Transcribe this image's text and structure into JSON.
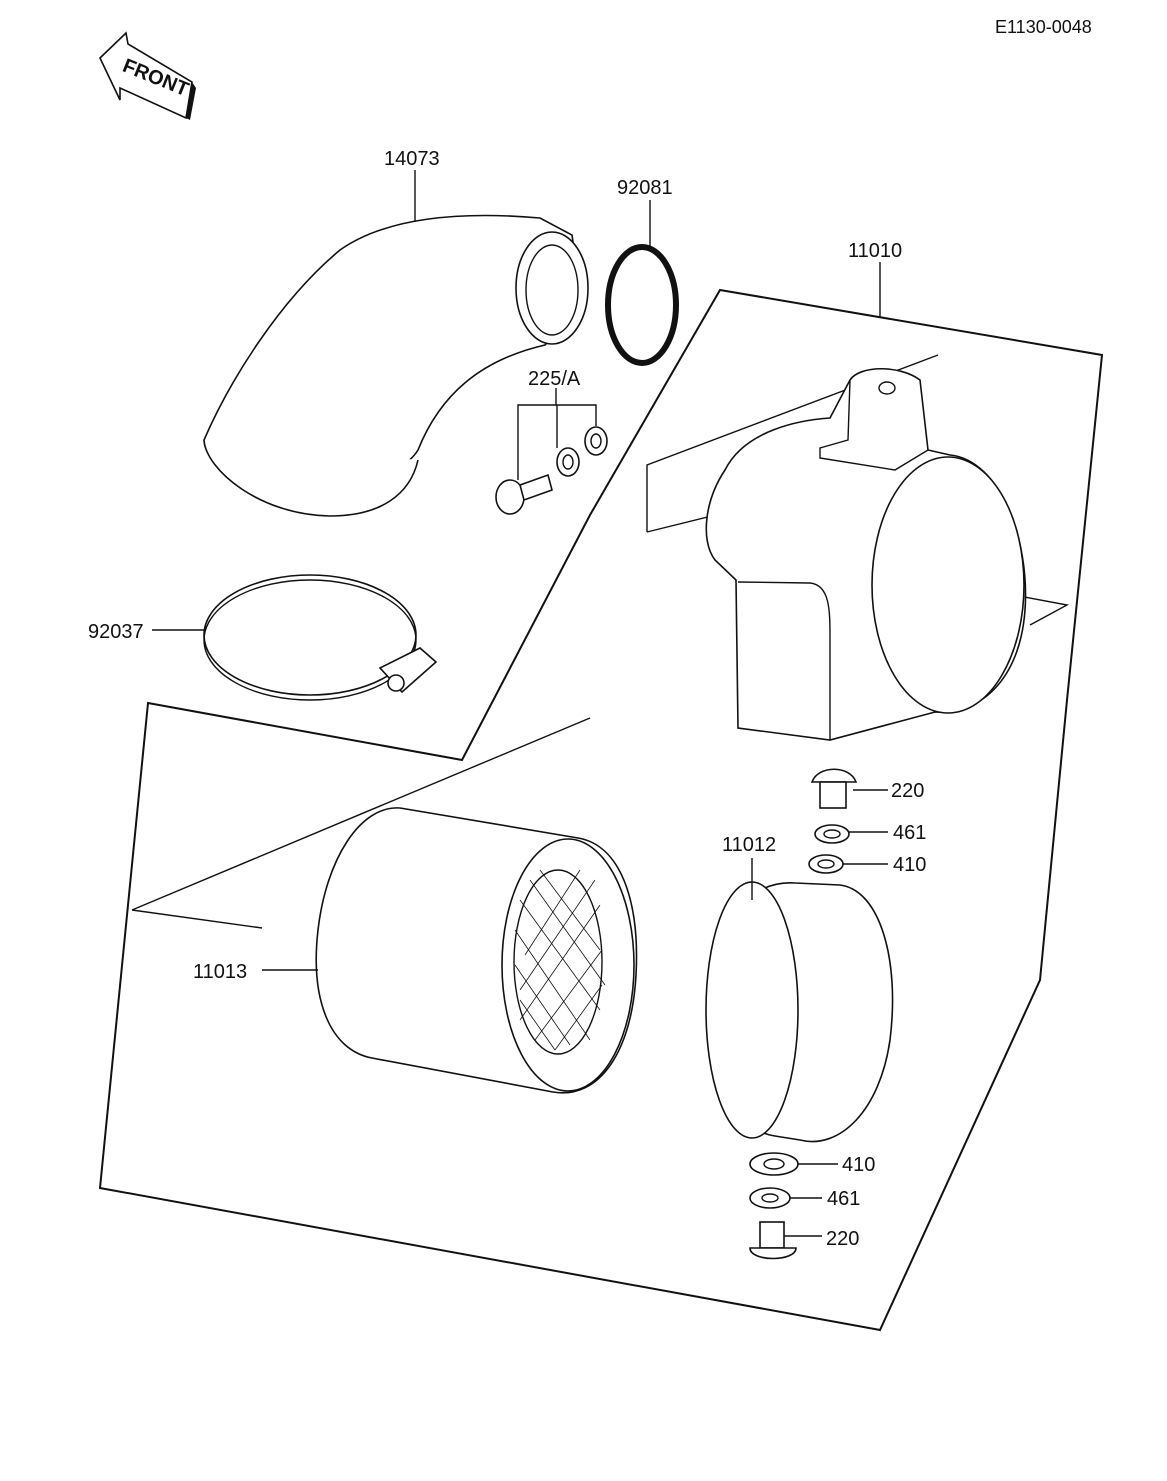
{
  "diagram_code": "E1130-0048",
  "front_label": "FRONT",
  "parts": {
    "p14073": "14073",
    "p92081": "92081",
    "p11010": "11010",
    "p225A": "225/A",
    "p92037": "92037",
    "p220a": "220",
    "p461a": "461",
    "p410a": "410",
    "p11012": "11012",
    "p11013": "11013",
    "p410b": "410",
    "p461b": "461",
    "p220b": "220"
  }
}
